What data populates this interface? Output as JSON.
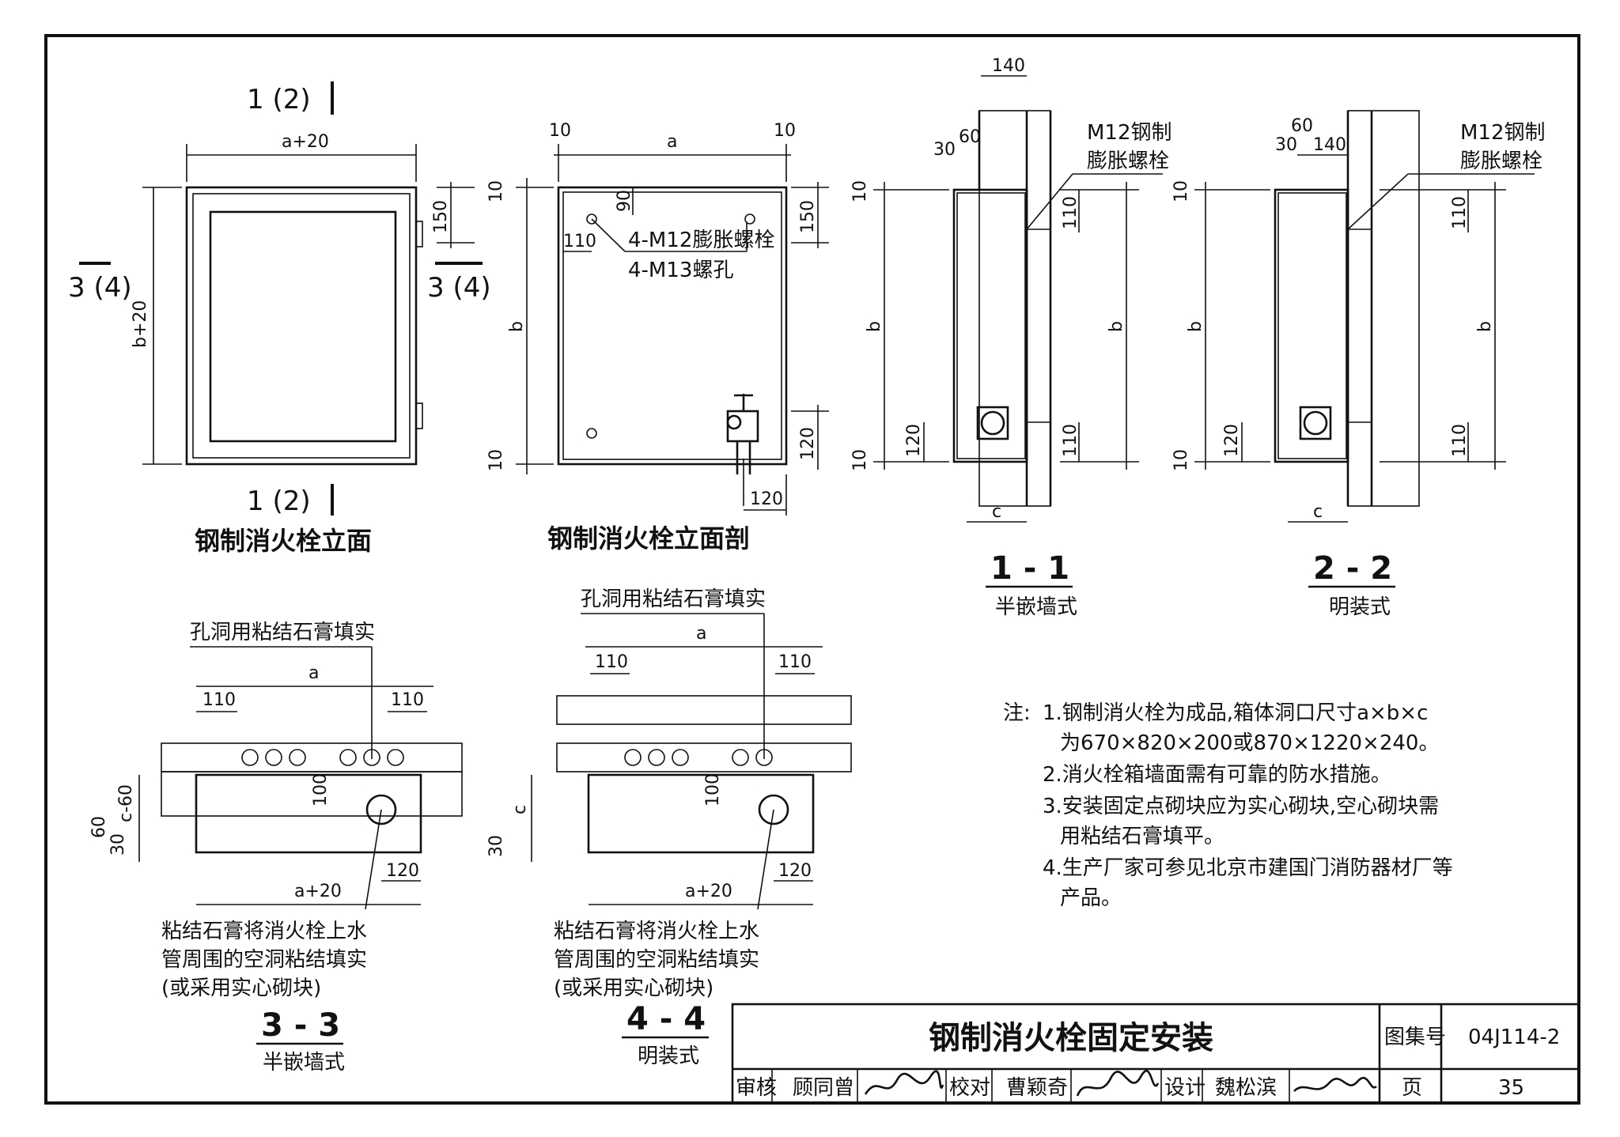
{
  "drawing": {
    "sec_mark_1_2": "1 (2)",
    "sec_mark_3_4": "3 (4)",
    "elev": {
      "title": "钢制消火栓立面",
      "dim_width": "a+20",
      "dim_height": "b+20",
      "dim_150": "150"
    },
    "elev_section": {
      "title": "钢制消火栓立面剖",
      "dim_10": "10",
      "dim_a": "a",
      "dim_b": "b",
      "dim_90": "90",
      "dim_110": "110",
      "dim_150": "150",
      "dim_120": "120",
      "label_bolt": "4-M12膨胀螺栓",
      "label_hole": "4-M13螺孔"
    },
    "sec11": {
      "title": "1 - 1",
      "subtitle": "半嵌墙式",
      "dim_140": "140",
      "dim_30": "30",
      "dim_60": "60",
      "dim_10": "10",
      "dim_b": "b",
      "dim_110": "110",
      "dim_120": "120",
      "dim_c": "c",
      "label_bolt_1": "M12钢制",
      "label_bolt_2": "膨胀螺栓"
    },
    "sec22": {
      "title": "2 - 2",
      "subtitle": "明装式",
      "dim_140": "140",
      "dim_30": "30",
      "dim_60": "60",
      "dim_10": "10",
      "dim_b": "b",
      "dim_110": "110",
      "dim_120": "120",
      "dim_c": "c",
      "label_bolt_1": "M12钢制",
      "label_bolt_2": "膨胀螺栓"
    },
    "sec33": {
      "title": "3 - 3",
      "subtitle": "半嵌墙式",
      "top_label": "孔洞用粘结石膏填实",
      "dim_a": "a",
      "dim_110": "110",
      "dim_100": "100",
      "dim_c60": "c-60",
      "dim_60": "60",
      "dim_30": "30",
      "dim_120": "120",
      "dim_a20": "a+20",
      "bottom_label_1": "粘结石膏将消火栓上水",
      "bottom_label_2": "管周围的空洞粘结填实",
      "bottom_label_3": "(或采用实心砌块)"
    },
    "sec44": {
      "title": "4 - 4",
      "subtitle": "明装式",
      "top_label": "孔洞用粘结石膏填实",
      "dim_a": "a",
      "dim_110": "110",
      "dim_100": "100",
      "dim_c": "c",
      "dim_30": "30",
      "dim_120": "120",
      "dim_a20": "a+20",
      "bottom_label_1": "粘结石膏将消火栓上水",
      "bottom_label_2": "管周围的空洞粘结填实",
      "bottom_label_3": "(或采用实心砌块)"
    },
    "notes": {
      "prefix": "注:",
      "lines": [
        "1.钢制消火栓为成品,箱体洞口尺寸a×b×c",
        "为670×820×200或870×1220×240。",
        "2.消火栓箱墙面需有可靠的防水措施。",
        "3.安装固定点砌块应为实心砌块,空心砌块需",
        "用粘结石膏填平。",
        "4.生产厂家可参见北京市建国门消防器材厂等",
        "产品。"
      ]
    }
  },
  "title_block": {
    "title": "钢制消火栓固定安装",
    "atlas_label": "图集号",
    "atlas_no": "04J114-2",
    "review_label": "审核",
    "review_name": "顾同曾",
    "check_label": "校对",
    "check_name": "曹颖奇",
    "design_label": "设计",
    "design_name": "魏松滨",
    "page_label": "页",
    "page_no": "35"
  }
}
